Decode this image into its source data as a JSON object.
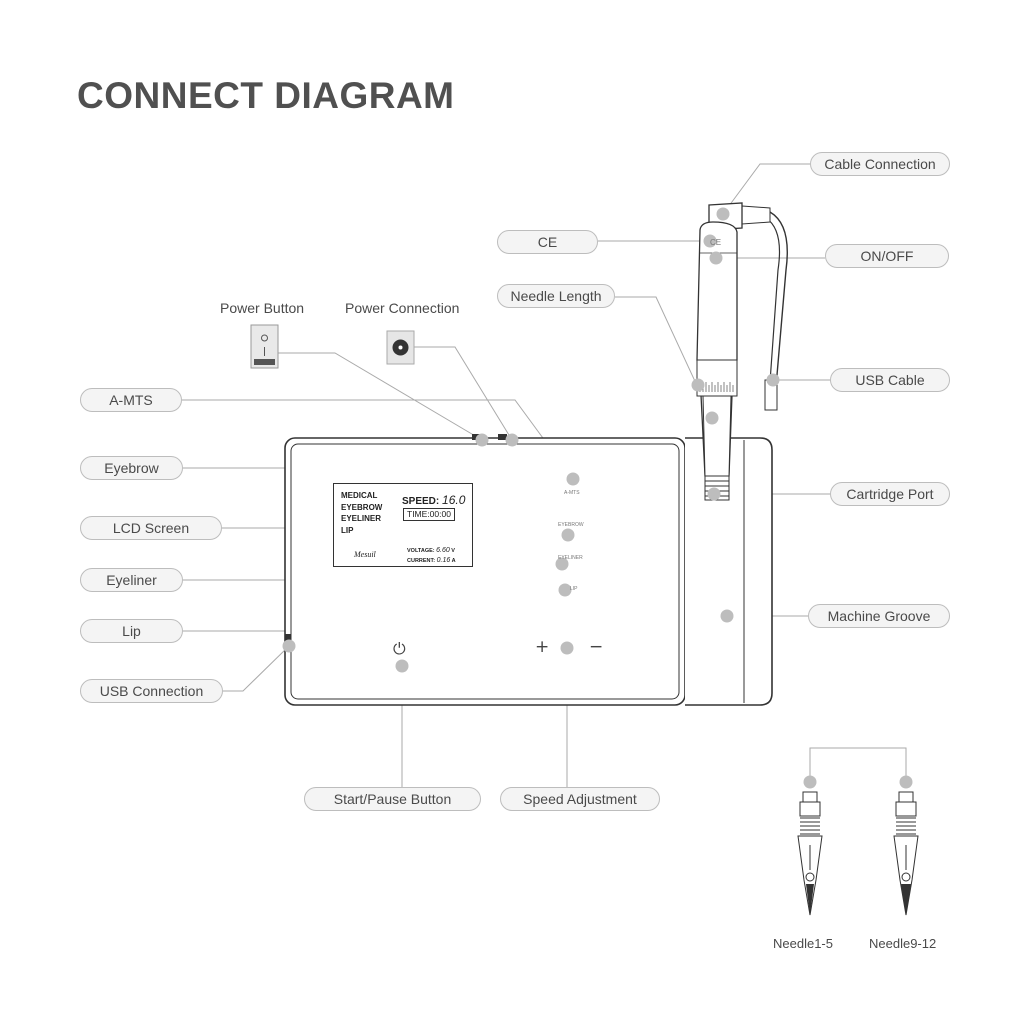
{
  "title": "CONNECT DIAGRAM",
  "labels": {
    "cable_connection": "Cable Connection",
    "ce": "CE",
    "on_off": "ON/OFF",
    "needle_length": "Needle Length",
    "usb_cable": "USB Cable",
    "cartridge_port": "Cartridge Port",
    "machine_groove": "Machine Groove",
    "power_button": "Power Button",
    "power_connection": "Power Connection",
    "a_mts": "A-MTS",
    "eyebrow": "Eyebrow",
    "lcd_screen": "LCD Screen",
    "eyeliner": "Eyeliner",
    "lip": "Lip",
    "usb_connection": "USB Connection",
    "start_pause": "Start/Pause Button",
    "speed_adjustment": "Speed Adjustment",
    "needle_1_5": "Needle1-5",
    "needle_9_12": "Needle9-12"
  },
  "device": {
    "a_mts": "A-MTS",
    "eyebrow": "EYEBROW",
    "eyeliner": "EYELINER",
    "lip": "LIP",
    "plus": "+",
    "minus": "−",
    "power_symbol": "⏻",
    "pen_ce": "CE"
  },
  "lcd": {
    "mode_medical": "MEDICAL",
    "mode_eyebrow": "EYEBROW",
    "mode_eyeliner": "EYELINER",
    "mode_lip": "LIP",
    "speed_label": "SPEED:",
    "speed_value": "16.0",
    "time": "TIME:00:00",
    "brand": "Mesuil",
    "voltage_label": "VOLTAGE:",
    "voltage_value": "6.60",
    "voltage_unit": "V",
    "current_label": "CURRENT:",
    "current_value": "0.16",
    "current_unit": "A"
  },
  "colors": {
    "line": "#aaaaaa",
    "dot": "#bdbdbd",
    "pill_bg": "#f4f4f4",
    "outline": "#333333"
  }
}
